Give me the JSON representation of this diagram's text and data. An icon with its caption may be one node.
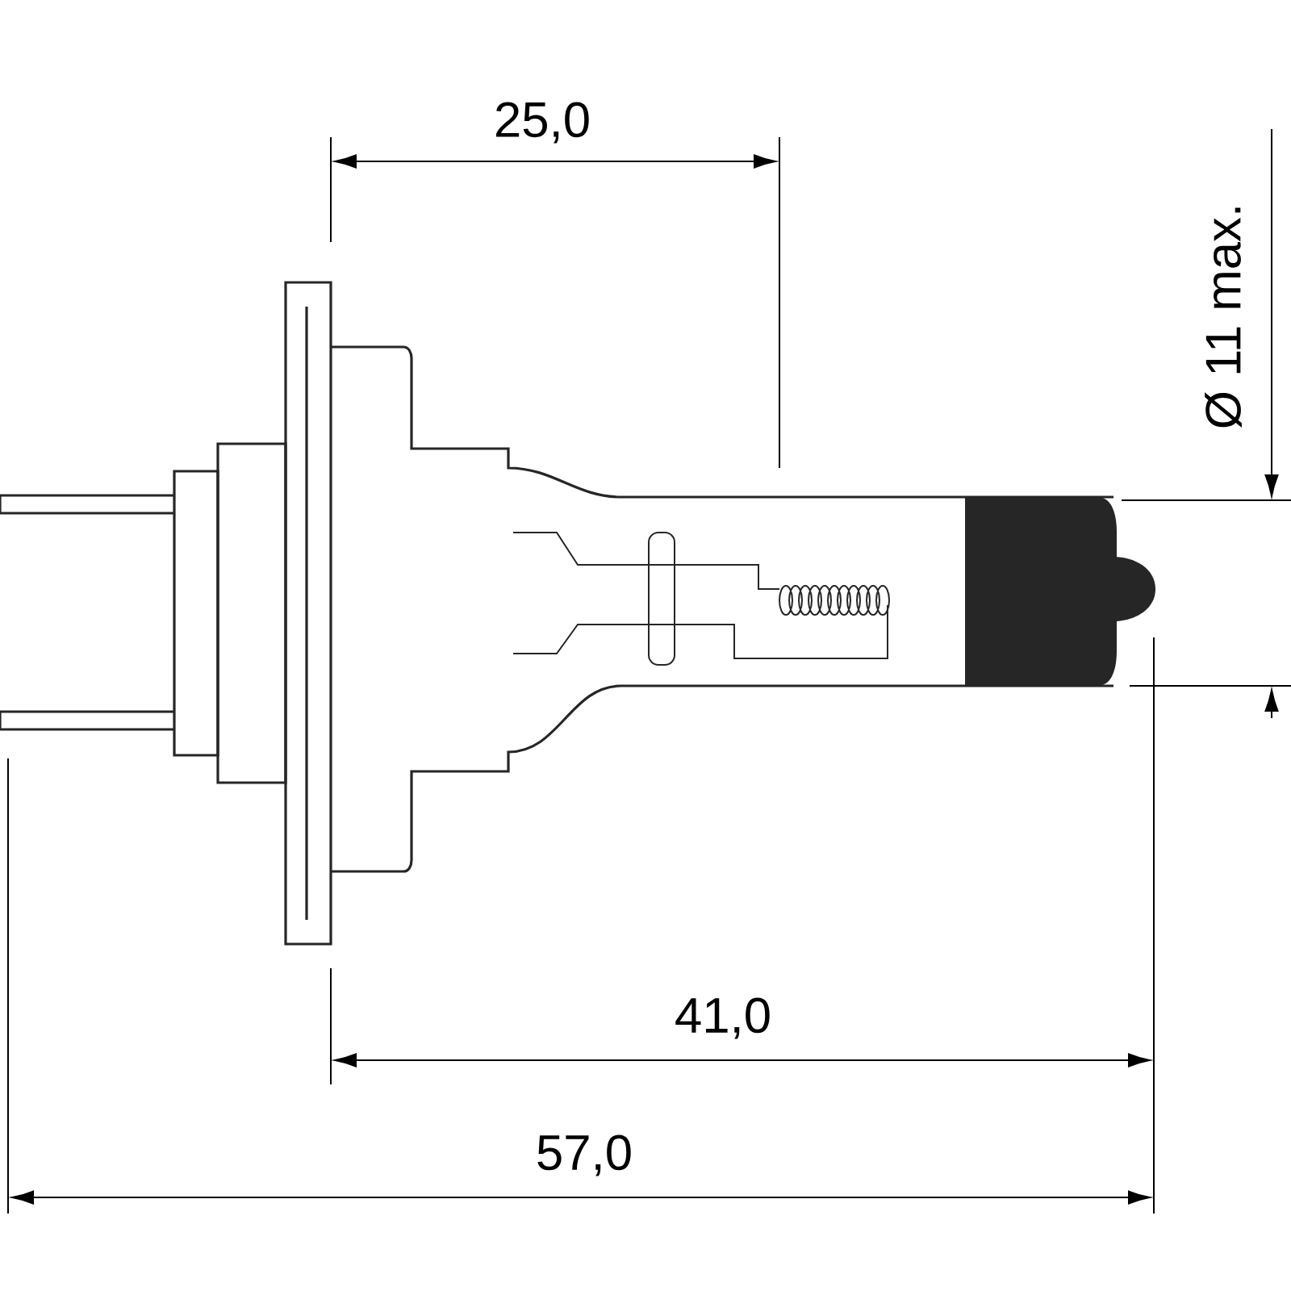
{
  "diagram": {
    "labels": [
      "25,0",
      "Ø 11 max.",
      "41,0",
      "57,0"
    ]
  }
}
